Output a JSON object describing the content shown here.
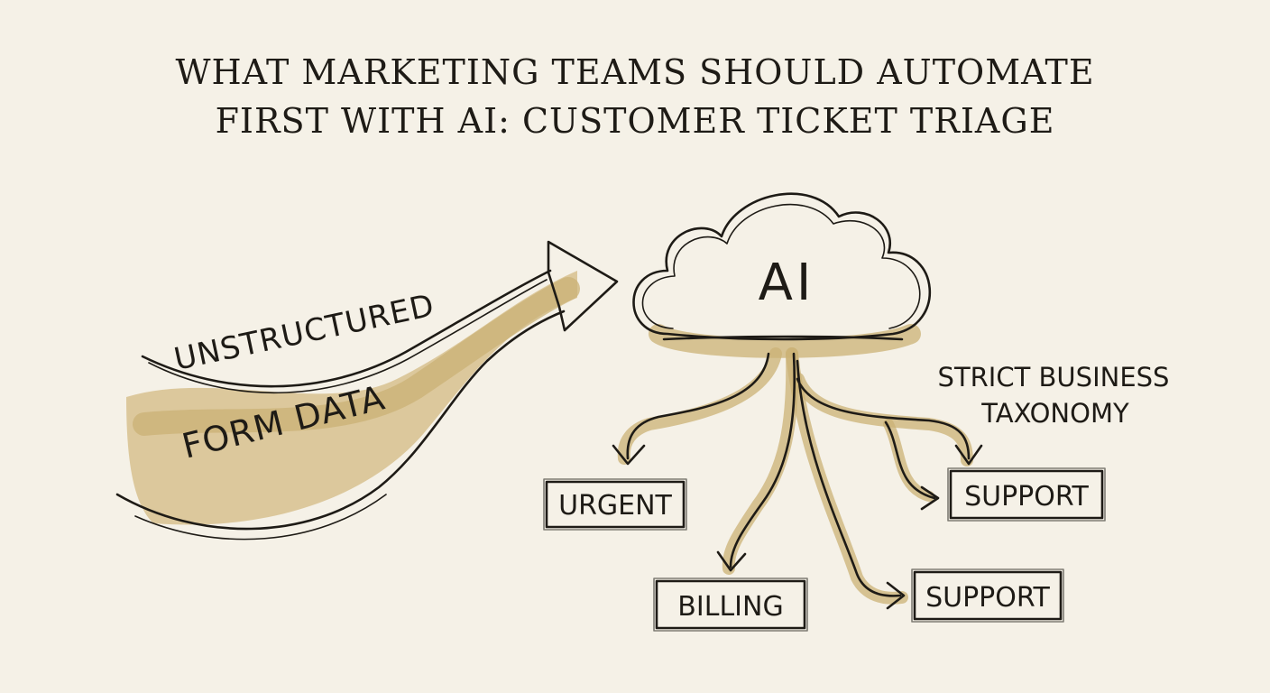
{
  "title": {
    "line1": "WHAT MARKETING TEAMS SHOULD AUTOMATE",
    "line2": "FIRST WITH AI: CUSTOMER TICKET TRIAGE"
  },
  "input": {
    "line1": "UNSTRUCTURED",
    "line2": "FORM DATA"
  },
  "cloud": {
    "label": "AI"
  },
  "taxonomy": {
    "line1": "STRICT BUSINESS",
    "line2": "TAXONOMY"
  },
  "categories": [
    {
      "label": "URGENT"
    },
    {
      "label": "BILLING"
    },
    {
      "label": "SUPPORT"
    },
    {
      "label": "SUPPORT"
    }
  ],
  "colors": {
    "ink": "#1e1b16",
    "wash": "#cbb176",
    "paper": "#f5f1e7"
  }
}
